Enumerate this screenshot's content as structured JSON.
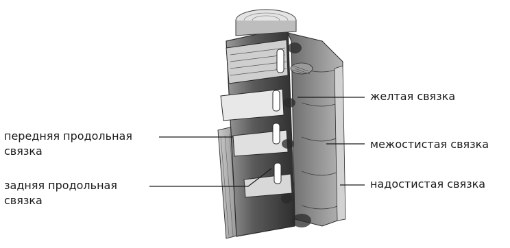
{
  "labels": {
    "anterior_longitudinal_line1": "передняя продольная",
    "anterior_longitudinal_line2": "связка",
    "posterior_longitudinal_line1": "задняя продольная",
    "posterior_longitudinal_line2": "связка",
    "ligamentum_flavum": "желтая связка",
    "interspinous": "межостистая связка",
    "supraspinous": "надостистая связка"
  },
  "colors": {
    "text": "#1a1a1a",
    "leader_lines": "#1a1a1a",
    "illustration_dark": "#3a3a3a",
    "illustration_mid": "#8a8a8a",
    "illustration_light": "#d6d6d6"
  }
}
